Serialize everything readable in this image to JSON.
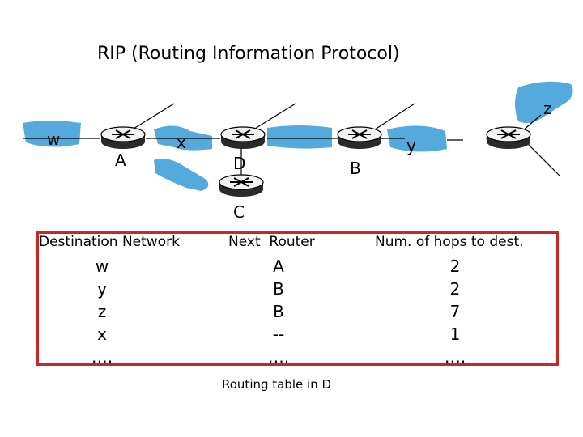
{
  "title": "RIP (Routing Information Protocol)",
  "nodes": {
    "w": "w",
    "x": "x",
    "y": "y",
    "z": "z",
    "A": "A",
    "B": "B",
    "C": "C",
    "D": "D"
  },
  "table": {
    "headers": [
      "Destination Network",
      "Next  Router",
      "Num. of hops to dest."
    ],
    "destinations": [
      "w",
      "y",
      "z",
      "x",
      "…."
    ],
    "next_routers": [
      "A",
      "B",
      "B",
      "--",
      "…."
    ],
    "hops": [
      "2",
      "2",
      "7",
      "1",
      "…."
    ],
    "caption": "Routing table in D"
  },
  "colors": {
    "network": "#55aadd",
    "router": "#000000",
    "table_border": "#c62828"
  }
}
